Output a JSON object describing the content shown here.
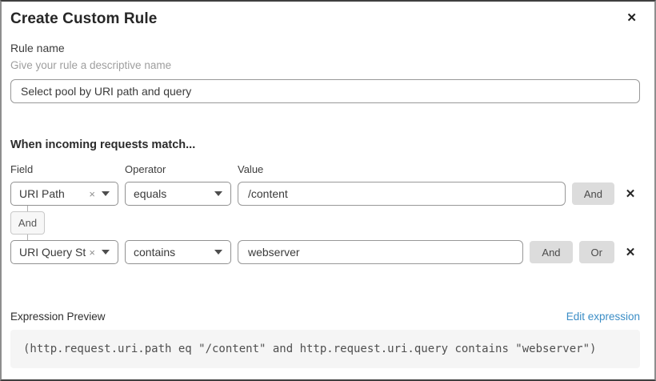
{
  "dialog": {
    "title": "Create Custom Rule",
    "close_icon": "✕"
  },
  "rule_name": {
    "label": "Rule name",
    "hint": "Give your rule a descriptive name",
    "value": "Select pool by URI path and query"
  },
  "match_section": {
    "heading": "When incoming requests match...",
    "column_headers": {
      "field": "Field",
      "operator": "Operator",
      "value": "Value"
    },
    "rows": [
      {
        "field": "URI Path",
        "operator": "equals",
        "value": "/content",
        "and_button": "And",
        "clear_icon": "×",
        "delete_icon": "✕"
      },
      {
        "field": "URI Query St...",
        "operator": "contains",
        "value": "webserver",
        "and_button": "And",
        "or_button": "Or",
        "clear_icon": "×",
        "delete_icon": "✕"
      }
    ],
    "group_connector": "And"
  },
  "expression_preview": {
    "label": "Expression Preview",
    "edit_link": "Edit expression",
    "expression": "(http.request.uri.path eq \"/content\" and http.request.uri.query contains \"webserver\")"
  },
  "colors": {
    "link_blue": "#3b8dc6",
    "button_gray": "#dcdcdc",
    "preview_bg": "#f5f5f5"
  }
}
